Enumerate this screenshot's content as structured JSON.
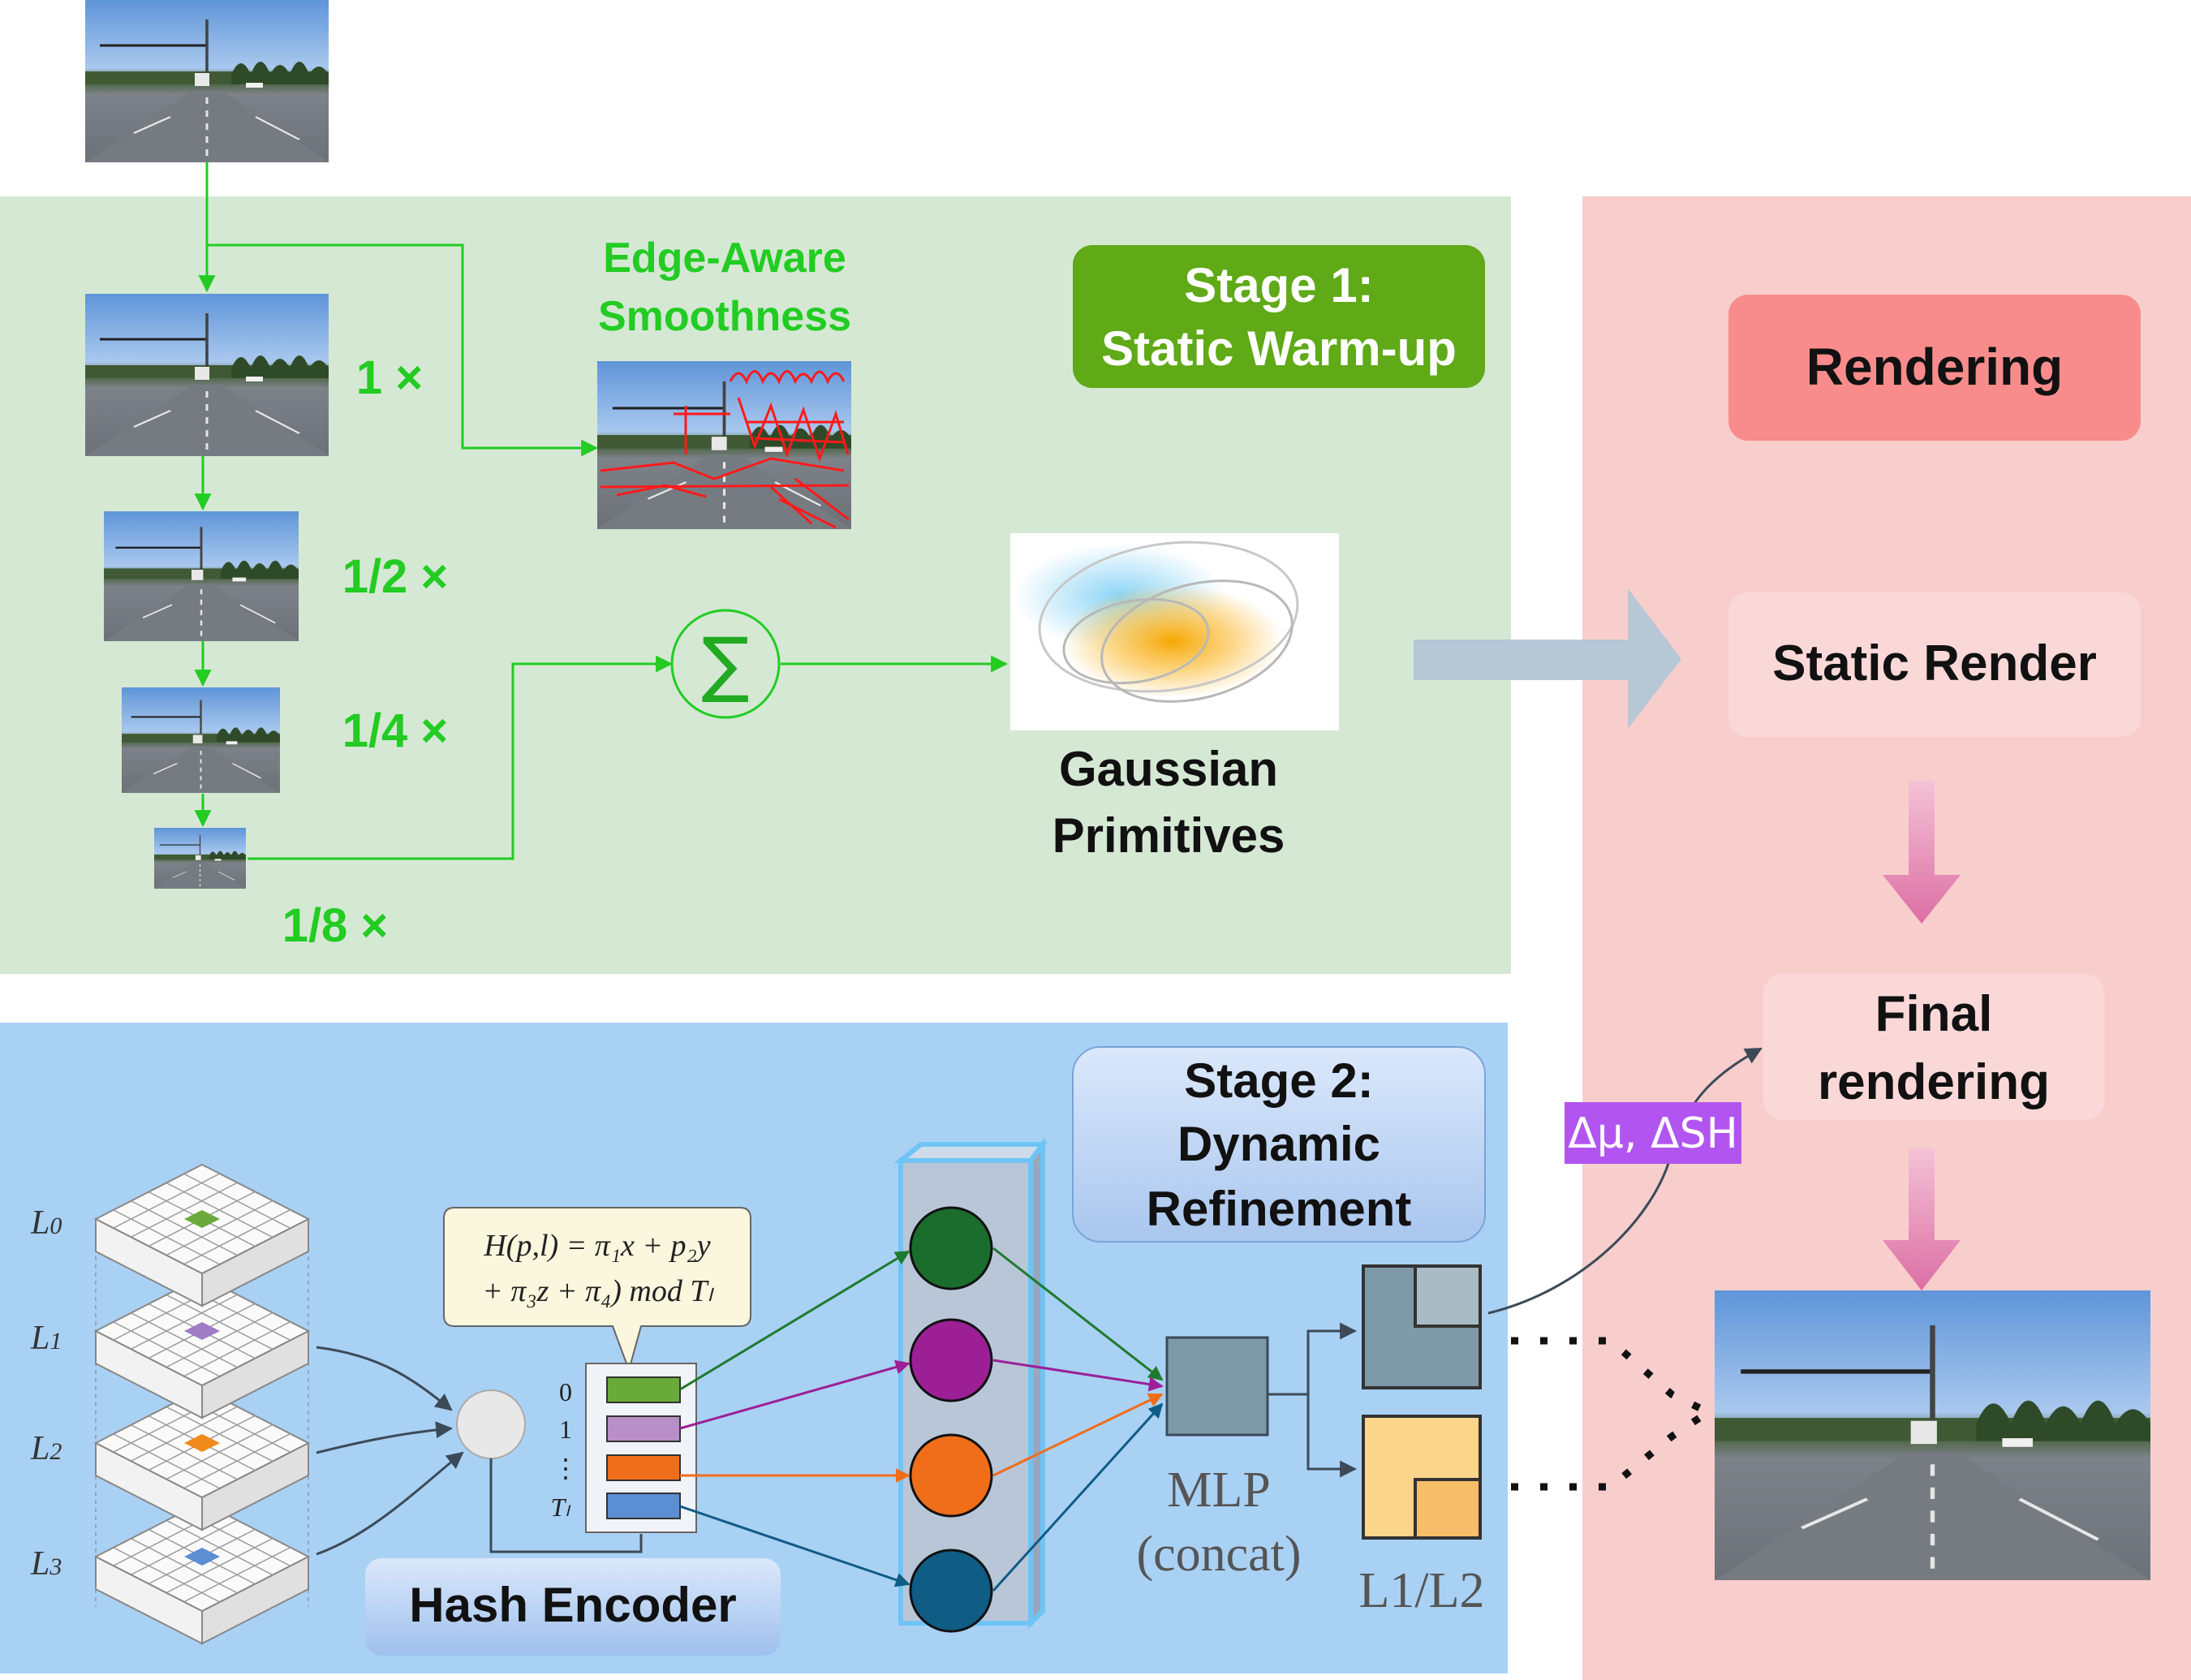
{
  "stage1": {
    "title_line1": "Stage 1:",
    "title_line2": "Static Warm-up",
    "edge_line1": "Edge-Aware",
    "edge_line2": "Smoothness",
    "scales": [
      "1 ×",
      "1/2 ×",
      "1/4 ×",
      "1/8 ×"
    ],
    "sum_symbol": "∑",
    "gaussian_line1": "Gaussian",
    "gaussian_line2": "Primitives"
  },
  "stage2": {
    "title_line1": "Stage 2:",
    "title_line2": "Dynamic",
    "title_line3": "Refinement",
    "level_labels": [
      "L",
      "L",
      "L",
      "L"
    ],
    "level_subs": [
      "0",
      "1",
      "2",
      "3"
    ],
    "hash_formula_line1": "H(p,l) = π₁x + p₂y",
    "hash_formula_line2": "+ π₃z + π₄) mod Tₗ",
    "table_indices": [
      "0",
      "1",
      "⋮",
      "Tₗ"
    ],
    "hash_encoder_label": "Hash Encoder",
    "mlp_line1": "MLP",
    "mlp_line2": "(concat)",
    "loss_label": "L1/L2",
    "delta_label": "Δμ, ΔSH"
  },
  "rendering": {
    "title": "Rendering",
    "static_render": "Static Render",
    "final_line1": "Final",
    "final_line2": "rendering"
  },
  "colors": {
    "stage1_bg": "#d5e8d4",
    "stage2_bg": "#a9d1f4",
    "render_bg": "#f8cecc",
    "green_arrow": "#22cc22",
    "stage1_badge": "#60a917",
    "rendering_box": "#f88c8c",
    "static_box": "#fbd8d8",
    "delta_badge": "#b255f0",
    "sky": "#6a9fdd",
    "road": "#7a7f86",
    "edge_red": "#ff1a1a",
    "level_green": "#6aaa3a",
    "level_purple": "#a07cc7",
    "level_orange": "#f08a1c",
    "level_blue": "#5b8ed3",
    "node_green": "#1a6d2c",
    "node_purple": "#9c1f96",
    "node_orange": "#f06d1a",
    "node_blue": "#0f5c85"
  }
}
